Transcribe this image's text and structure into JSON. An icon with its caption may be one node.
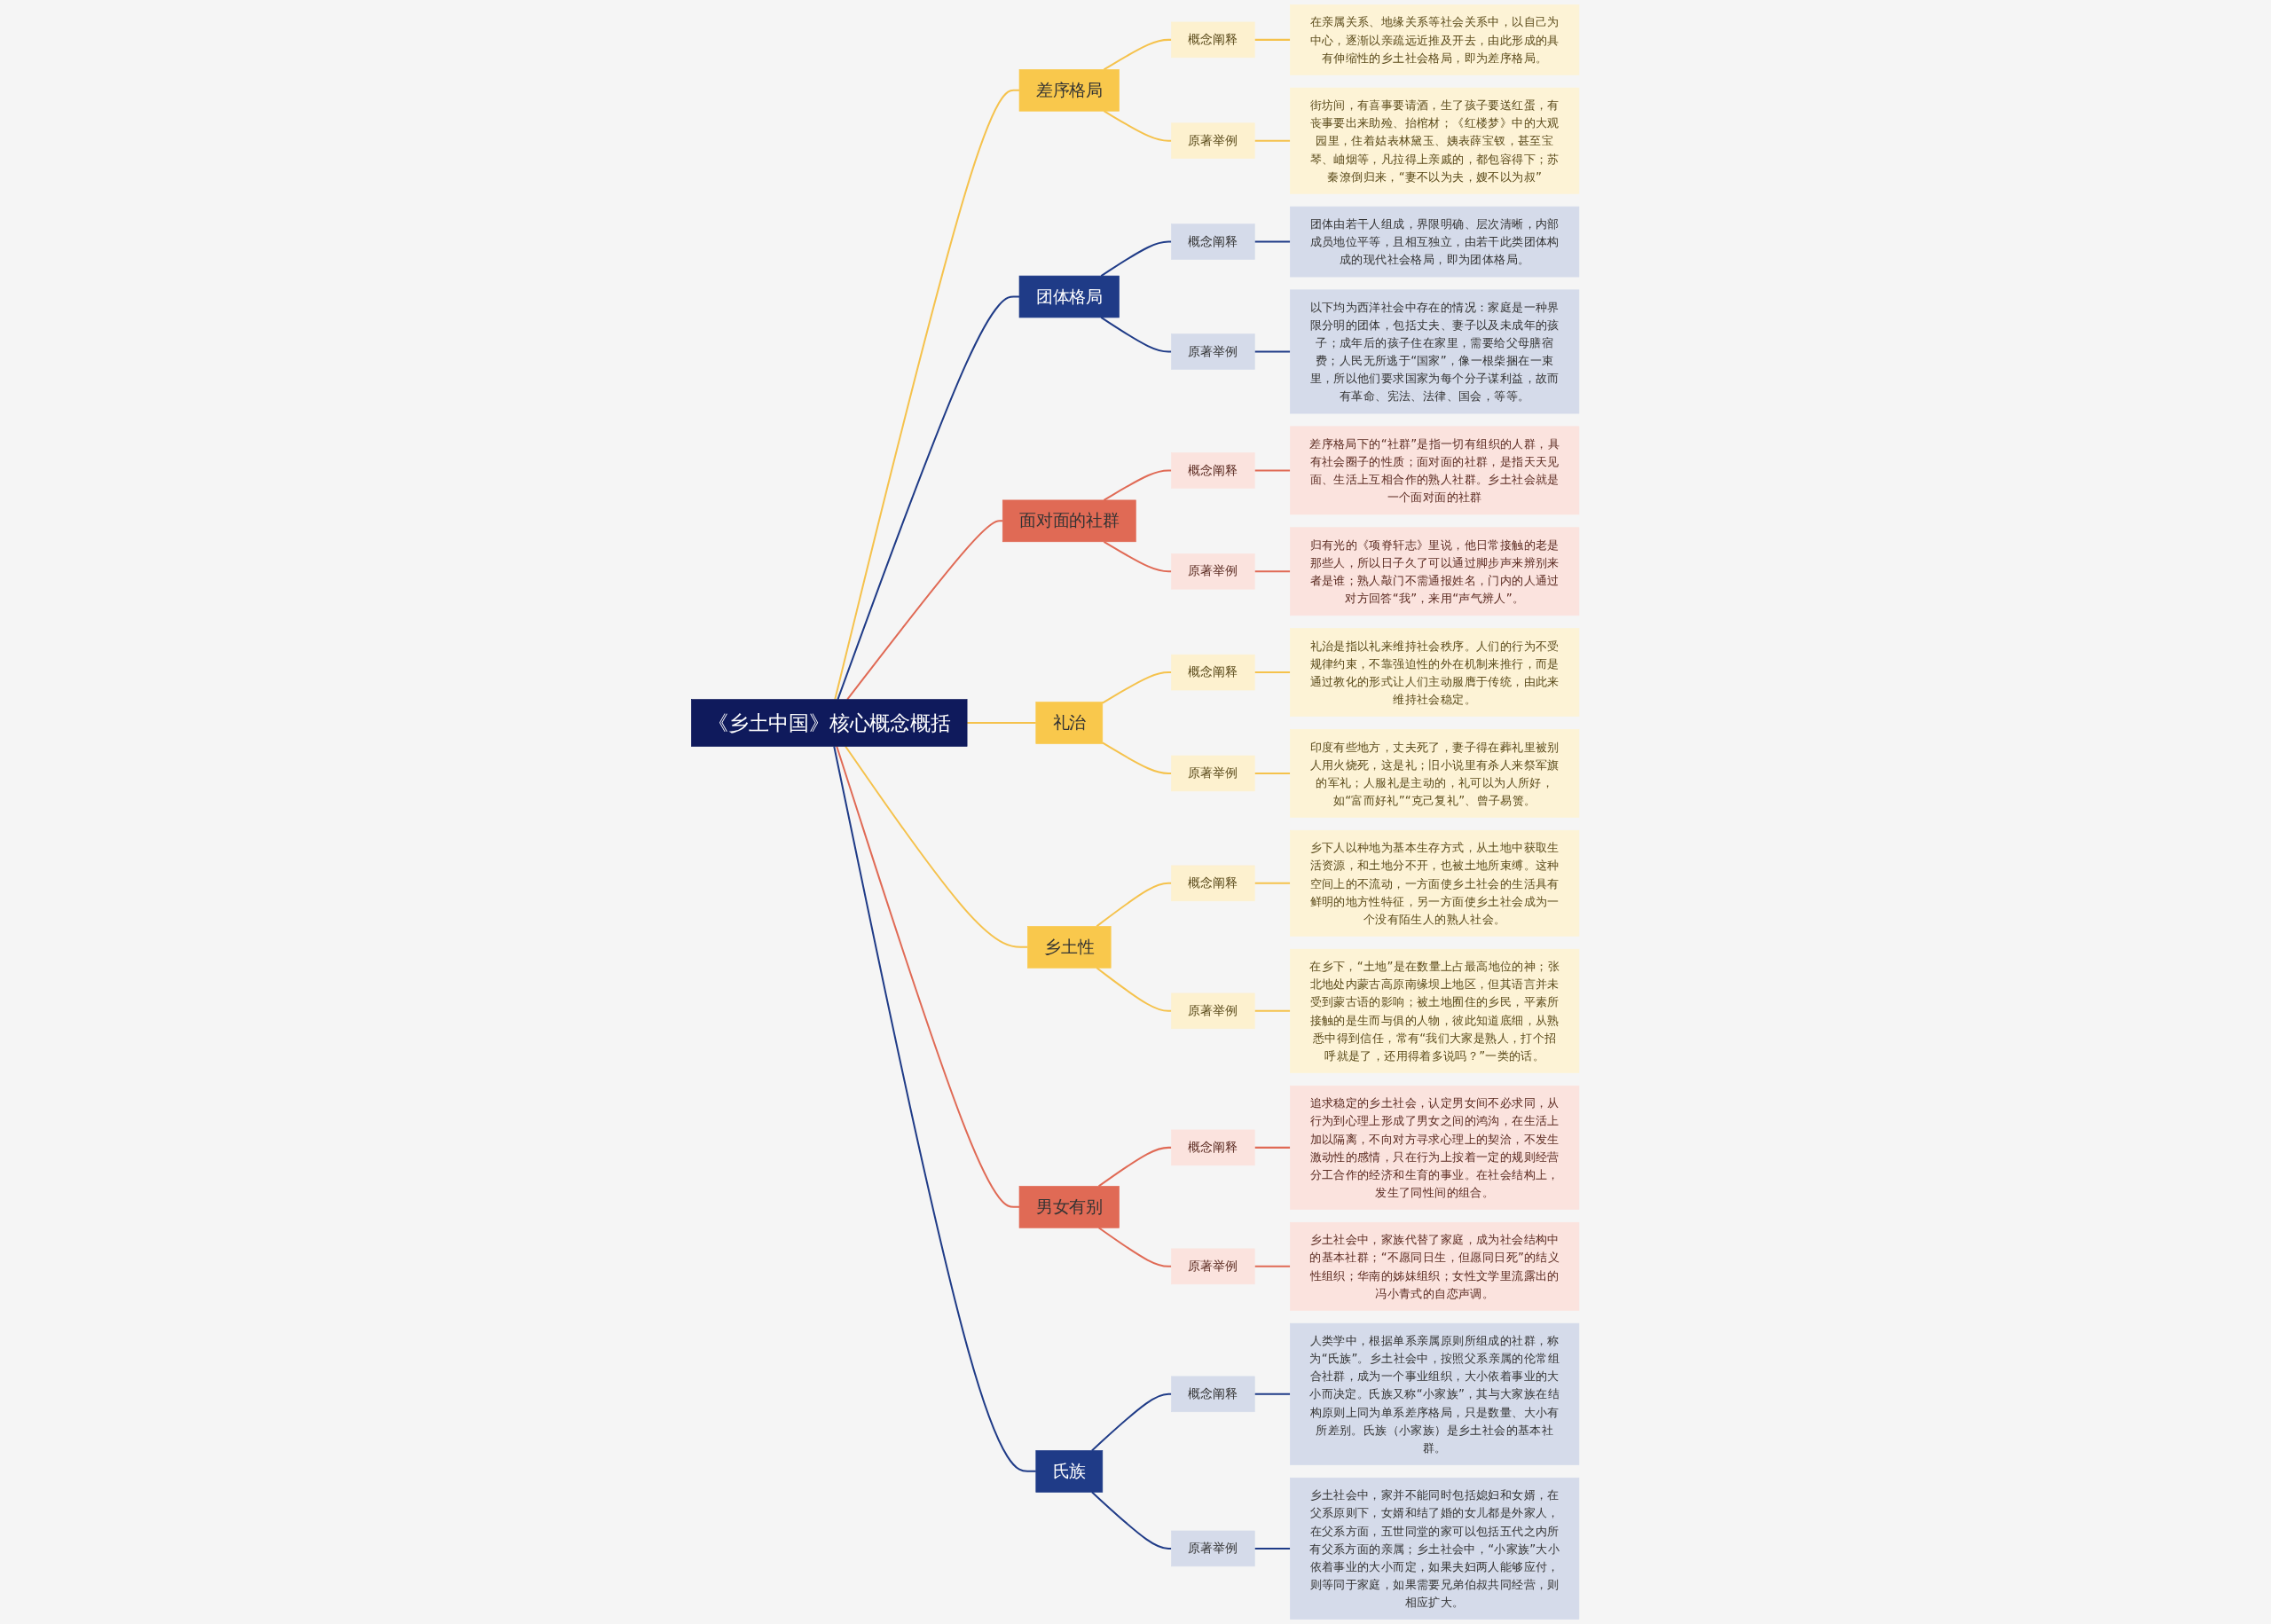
{
  "diagram": {
    "nodes": [
      {
        "text": [
          "《乡土中国》核心概念概括"
        ]
      },
      {
        "text": [
          "差序格局"
        ]
      },
      {
        "text": [
          "概念阐释"
        ]
      },
      {
        "text": [
          "在亲属关系、地缘关系等社会关系中，以自己为中心，逐渐以亲疏远近推及开去，由此形成的具有伸缩性的乡土社会格局，即为差序格局。"
        ]
      },
      {
        "text": [
          "原著举例"
        ]
      },
      {
        "text": [
          "街坊间，有喜事要请酒，生了孩子要送红蛋，有丧事要出来助殓、抬棺材；《红楼梦》中的大观园里，住着姑表林黛玉、姨表薛宝钗，甚至宝琴、岫烟等，凡拉得上亲戚的，都包容得下；苏秦潦倒归来，“妻不以为夫，嫂不以为叔”"
        ]
      },
      {
        "text": [
          "团体格局"
        ]
      },
      {
        "text": [
          "概念阐释"
        ]
      },
      {
        "text": [
          "团体由若干人组成，界限明确、层次清晰，内部成员地位平等，且相互独立，由若干此类团体构成的现代社会格局，即为团体格局。"
        ]
      },
      {
        "text": [
          "原著举例"
        ]
      },
      {
        "text": [
          "以下均为西洋社会中存在的情况：家庭是一种界限分明的团体，包括丈夫、妻子以及未成年的孩子；成年后的孩子住在家里，需要给父母膳宿费；人民无所逃于“国家”，像一根柴捆在一束里，所以他们要求国家为每个分子谋利益，故而有革命、宪法、法律、国会，等等。"
        ]
      },
      {
        "text": [
          "面对面的社群"
        ]
      },
      {
        "text": [
          "概念阐释"
        ]
      },
      {
        "text": [
          "差序格局下的“社群”是指一切有组织的人群，具有社会圈子的性质；面对面的社群，是指天天见面、生活上互相合作的熟人社群。乡土社会就是一个面对面的社群"
        ]
      },
      {
        "text": [
          "原著举例"
        ]
      },
      {
        "text": [
          "归有光的《项脊轩志》里说，他日常接触的老是那些人，所以日子久了可以通过脚步声来辨别来者是谁；熟人敲门不需通报姓名，门内的人通过对方回答“我”，来用“声气辨人”。"
        ]
      },
      {
        "text": [
          "礼治"
        ]
      },
      {
        "text": [
          "概念阐释"
        ]
      },
      {
        "text": [
          "礼治是指以礼来维持社会秩序。人们的行为不受规律约束，不靠强迫性的外在机制来推行，而是通过教化的形式让人们主动服膺于传统，由此来维持社会稳定。"
        ]
      },
      {
        "text": [
          "原著举例"
        ]
      },
      {
        "text": [
          "印度有些地方，丈夫死了，妻子得在葬礼里被别人用火烧死，这是礼；旧小说里有杀人来祭军旗的军礼；人服礼是主动的，礼可以为人所好，如“富而好礼”“克己复礼”、曾子易箦。"
        ]
      },
      {
        "text": [
          "乡土性"
        ]
      },
      {
        "text": [
          "概念阐释"
        ]
      },
      {
        "text": [
          "乡下人以种地为基本生存方式，从土地中获取生活资源，和土地分不开，也被土地所束缚。这种空间上的不流动，一方面使乡土社会的生活具有鲜明的地方性特征，另一方面使乡土社会成为一个没有陌生人的熟人社会。"
        ]
      },
      {
        "text": [
          "原著举例"
        ]
      },
      {
        "text": [
          "在乡下，“土地”是在数量上占最高地位的神；张北地处内蒙古高原南缘坝上地区，但其语言并未受到蒙古语的影响；被土地囿住的乡民，平素所接触的是生而与俱的人物，彼此知道底细，从熟悉中得到信任，常有“我们大家是熟人，打个招呼就是了，还用得着多说吗？”一类的话。"
        ]
      },
      {
        "text": [
          "男女有别"
        ]
      },
      {
        "text": [
          "概念阐释"
        ]
      },
      {
        "text": [
          "追求稳定的乡土社会，认定男女间不必求同，从行为到心理上形成了男女之间的鸿沟，在生活上加以隔离，不向对方寻求心理上的契洽，不发生激动性的感情，只在行为上按着一定的规则经营分工合作的经济和生育的事业。在社会结构上，发生了同性间的组合。"
        ]
      },
      {
        "text": [
          "原著举例"
        ]
      },
      {
        "text": [
          "乡土社会中，家族代替了家庭，成为社会结构中的基本社群；“不愿同日生，但愿同日死”的结义性组织；华南的姊妹组织；女性文学里流露出的冯小青式的自恋声调。"
        ]
      },
      {
        "text": [
          "氏族"
        ]
      },
      {
        "text": [
          "概念阐释"
        ]
      },
      {
        "text": [
          "人类学中，根据单系亲属原则所组成的社群，称为“氏族”。乡土社会中，按照父系亲属的伦常组合社群，成为一个事业组织，大小依着事业的大小而决定。氏族又称“小家族”，其与大家族在结构原则上同为单系差序格局，只是数量、大小有所差别。氏族（小家族）是乡土社会的基本社群。"
        ]
      },
      {
        "text": [
          "原著举例"
        ]
      },
      {
        "text": [
          "乡土社会中，家并不能同时包括媳妇和女婿，在父系原则下，女婿和结了婚的女儿都是外家人，在父系方面，五世同堂的家可以包括五代之内所有父系方面的亲属；乡土社会中，“小家族”大小依着事业的大小而定，如果夫妇两人能够应付，则等同于家庭，如果需要兄弟伯叔共同经营，则相应扩大。"
        ]
      }
    ],
    "edges": [
      {
        "from": 0,
        "to": 1,
        "arrow": "none"
      },
      {
        "from": 1,
        "to": 2,
        "arrow": "none"
      },
      {
        "from": 2,
        "to": 3,
        "arrow": "none"
      },
      {
        "from": 1,
        "to": 4,
        "arrow": "none"
      },
      {
        "from": 4,
        "to": 5,
        "arrow": "none"
      },
      {
        "from": 0,
        "to": 6,
        "arrow": "none",
        "color": "#1f3b87"
      },
      {
        "from": 6,
        "to": 7,
        "arrow": "none",
        "color": "#1f3b87"
      },
      {
        "from": 7,
        "to": 8,
        "arrow": "none",
        "color": "#1f3b87"
      },
      {
        "from": 6,
        "to": 9,
        "arrow": "none",
        "color": "#1f3b87"
      },
      {
        "from": 9,
        "to": 10,
        "arrow": "none",
        "color": "#1f3b87"
      },
      {
        "from": 0,
        "to": 11,
        "arrow": "none",
        "color": "#e06a55"
      },
      {
        "from": 11,
        "to": 12,
        "arrow": "none",
        "color": "#e06a55"
      },
      {
        "from": 12,
        "to": 13,
        "arrow": "none",
        "color": "#e06a55"
      },
      {
        "from": 11,
        "to": 14,
        "arrow": "none",
        "color": "#e06a55"
      },
      {
        "from": 14,
        "to": 15,
        "arrow": "none",
        "color": "#e06a55"
      },
      {
        "from": 0,
        "to": 16,
        "arrow": "none"
      },
      {
        "from": 16,
        "to": 17,
        "arrow": "none"
      },
      {
        "from": 17,
        "to": 18,
        "arrow": "none"
      },
      {
        "from": 16,
        "to": 19,
        "arrow": "none"
      },
      {
        "from": 19,
        "to": 20,
        "arrow": "none"
      },
      {
        "from": 0,
        "to": 21,
        "arrow": "none"
      },
      {
        "from": 21,
        "to": 22,
        "arrow": "none"
      },
      {
        "from": 22,
        "to": 23,
        "arrow": "none"
      },
      {
        "from": 21,
        "to": 24,
        "arrow": "none"
      },
      {
        "from": 24,
        "to": 25,
        "arrow": "none"
      },
      {
        "from": 0,
        "to": 26,
        "arrow": "none",
        "color": "#e06a55"
      },
      {
        "from": 26,
        "to": 27,
        "arrow": "none",
        "color": "#e06a55"
      },
      {
        "from": 27,
        "to": 28,
        "arrow": "none",
        "color": "#e06a55"
      },
      {
        "from": 26,
        "to": 29,
        "arrow": "none",
        "color": "#e06a55"
      },
      {
        "from": 29,
        "to": 30,
        "arrow": "none",
        "color": "#e06a55"
      },
      {
        "from": 0,
        "to": 31,
        "arrow": "none",
        "color": "#1f3b87"
      },
      {
        "from": 31,
        "to": 32,
        "arrow": "none",
        "color": "#1f3b87"
      },
      {
        "from": 32,
        "to": 33,
        "arrow": "none",
        "color": "#1f3b87"
      },
      {
        "from": 31,
        "to": 34,
        "arrow": "none",
        "color": "#1f3b87"
      },
      {
        "from": 34,
        "to": 35,
        "arrow": "none",
        "color": "#1f3b87"
      }
    ]
  }
}
